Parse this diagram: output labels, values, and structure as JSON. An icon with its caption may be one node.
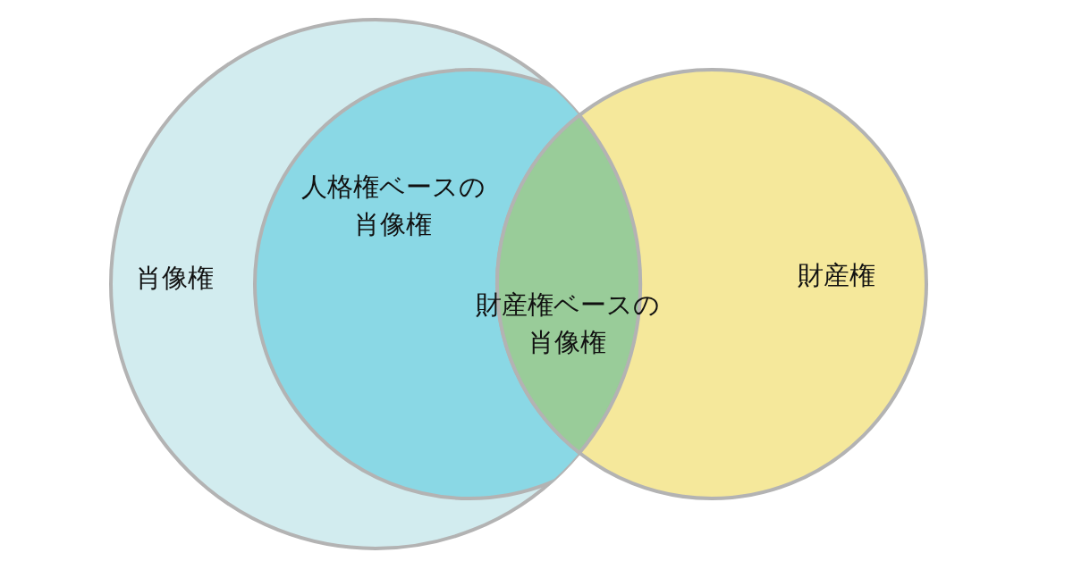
{
  "diagram": {
    "nodes": [
      {
        "text": [
          "肖像権"
        ]
      },
      {
        "text": [
          "人格権ベースの肖像権"
        ],
        "in": 0
      },
      {
        "text": [
          "財産権"
        ]
      },
      {
        "text": [
          "財産権ベースの肖像権"
        ]
      }
    ]
  }
}
